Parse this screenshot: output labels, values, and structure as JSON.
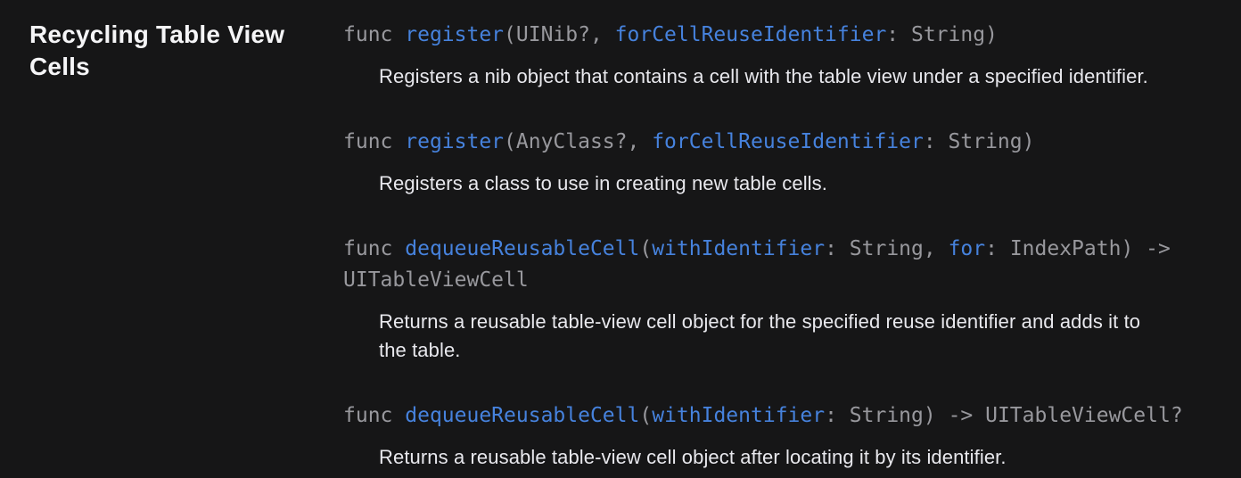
{
  "theme": {
    "background": "#161617",
    "title_color": "#f5f5f7",
    "code_plain_color": "#98989d",
    "code_link_color": "#4682dd",
    "description_color": "#e8e8ed"
  },
  "section": {
    "title": "Recycling Table View Cells"
  },
  "api_list": [
    {
      "declaration": [
        {
          "text": "func ",
          "style": "plain"
        },
        {
          "text": "register",
          "style": "link"
        },
        {
          "text": "(UINib?, ",
          "style": "plain"
        },
        {
          "text": "forCellReuseIdentifier",
          "style": "link"
        },
        {
          "text": ": String)",
          "style": "plain"
        }
      ],
      "description": "Registers a nib object that contains a cell with the table view under a specified identifier."
    },
    {
      "declaration": [
        {
          "text": "func ",
          "style": "plain"
        },
        {
          "text": "register",
          "style": "link"
        },
        {
          "text": "(AnyClass?, ",
          "style": "plain"
        },
        {
          "text": "forCellReuseIdentifier",
          "style": "link"
        },
        {
          "text": ": String)",
          "style": "plain"
        }
      ],
      "description": "Registers a class to use in creating new table cells."
    },
    {
      "declaration": [
        {
          "text": "func ",
          "style": "plain"
        },
        {
          "text": "dequeueReusableCell",
          "style": "link"
        },
        {
          "text": "(",
          "style": "plain"
        },
        {
          "text": "withIdentifier",
          "style": "link"
        },
        {
          "text": ": String, ",
          "style": "plain"
        },
        {
          "text": "for",
          "style": "link"
        },
        {
          "text": ": IndexPath) -> UITableViewCell",
          "style": "plain"
        }
      ],
      "description": "Returns a reusable table-view cell object for the specified reuse identifier and adds it to the table."
    },
    {
      "declaration": [
        {
          "text": "func ",
          "style": "plain"
        },
        {
          "text": "dequeueReusableCell",
          "style": "link"
        },
        {
          "text": "(",
          "style": "plain"
        },
        {
          "text": "withIdentifier",
          "style": "link"
        },
        {
          "text": ": String) -> UITableViewCell?",
          "style": "plain"
        }
      ],
      "description": "Returns a reusable table-view cell object after locating it by its identifier."
    }
  ]
}
